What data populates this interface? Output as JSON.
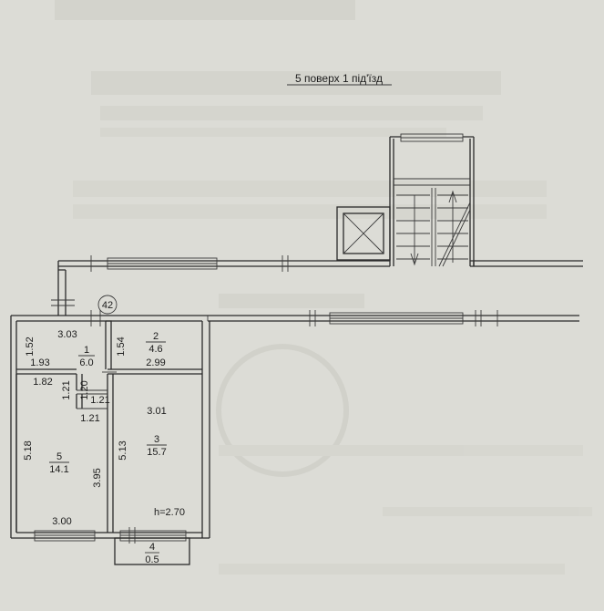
{
  "title": "5 поверх 1 під'їзд",
  "apartment_number": "42",
  "ceiling_height": "h=2.70",
  "rooms": [
    {
      "id": "1",
      "area": "6.0"
    },
    {
      "id": "2",
      "area": "4.6"
    },
    {
      "id": "3",
      "area": "15.7"
    },
    {
      "id": "4",
      "area": "0.5"
    },
    {
      "id": "5",
      "area": "14.1"
    }
  ],
  "dimensions": {
    "d303": "3.03",
    "d152": "1.52",
    "d193": "1.93",
    "d154": "1.54",
    "d299": "2.99",
    "d182": "1.82",
    "d121a": "1.21",
    "d120": "1.20",
    "d121b": "1.21",
    "d121c": "1.21",
    "d301": "3.01",
    "d518": "5.18",
    "d513": "5.13",
    "d395": "3.95",
    "d300": "3.00"
  }
}
